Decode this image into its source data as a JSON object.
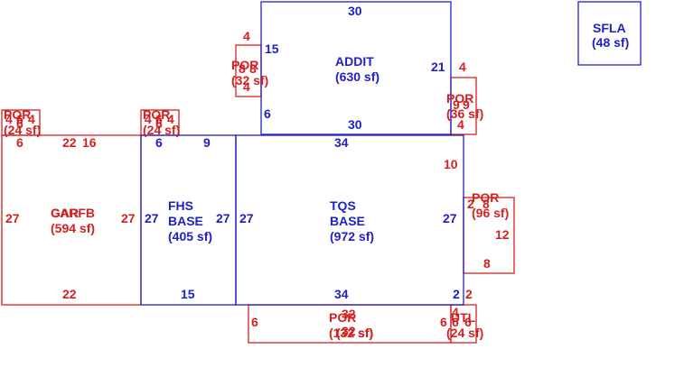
{
  "colors": {
    "main": "#1f1fc8",
    "porch": "#d42020"
  },
  "areas": {
    "addit": {
      "name": "ADDIT",
      "area": "(630 sf)"
    },
    "tqs": {
      "name": "TQS",
      "name2": "BASE",
      "area": "(972 sf)"
    },
    "fhs": {
      "name": "FHS",
      "name2": "BASE",
      "area": "(405 sf)"
    },
    "carfb": {
      "name": "CARFB",
      "name_overlap": "GAR",
      "area": "(594 sf)"
    },
    "sfla": {
      "name": "SFLA",
      "area": "(48 sf)"
    },
    "por_addit_left": {
      "name": "POR",
      "area": "(32 sf)"
    },
    "por_addit_right": {
      "name": "POR",
      "area": "(36 sf)"
    },
    "por_tqs_right": {
      "name": "POR",
      "area": "(96 sf)"
    },
    "por_bottom": {
      "name": "POR",
      "area": "(132 sf)",
      "area_overlap": "(32 sf)"
    },
    "utl": {
      "name": "UTL",
      "area": "(24 sf)"
    },
    "por_carfb": {
      "name": "POR",
      "area": "(24 sf)"
    },
    "por_fhs": {
      "name": "POR",
      "area": "(24 sf)"
    }
  },
  "dims": {
    "addit_top": "30",
    "addit_left_upper": "15",
    "addit_left_lower": "6",
    "addit_right": "21",
    "addit_bottom": "30",
    "tqs_top": "34",
    "tqs_left": "27",
    "tqs_right": "27",
    "tqs_bottom": "34",
    "tqs_right_upper": "10",
    "tqs_right_small": "2",
    "fhs_top_a": "6",
    "fhs_top_b": "9",
    "fhs_left": "27",
    "fhs_right": "27",
    "fhs_bottom": "15",
    "carfb_top_a": "6",
    "carfb_top_b": "22",
    "carfb_top_c": "16",
    "carfb_left": "27",
    "carfb_right": "27",
    "carfb_bottom": "22",
    "porL_top": "4",
    "porL_side": "8",
    "porL_inner": "8",
    "porL_bottom": "4",
    "porR_top": "4",
    "porR_side": "9",
    "porR_inner": "9",
    "porR_bottom": "4",
    "por96_top": "2",
    "por96_inner": "8",
    "por96_side": "12",
    "por96_bottom": "8",
    "porBot_left": "6",
    "porBot_top": "32",
    "porBot_inner": "32",
    "porBot_right": "6",
    "utl_a": "6",
    "utl_b": "6",
    "utl_c": "4",
    "utl_top": "2",
    "porC_a": "4",
    "porC_b": "6",
    "porC_c": "4",
    "porC_d": "6",
    "porF_a": "4",
    "porF_b": "6",
    "porF_c": "4",
    "porF_d": "6"
  }
}
